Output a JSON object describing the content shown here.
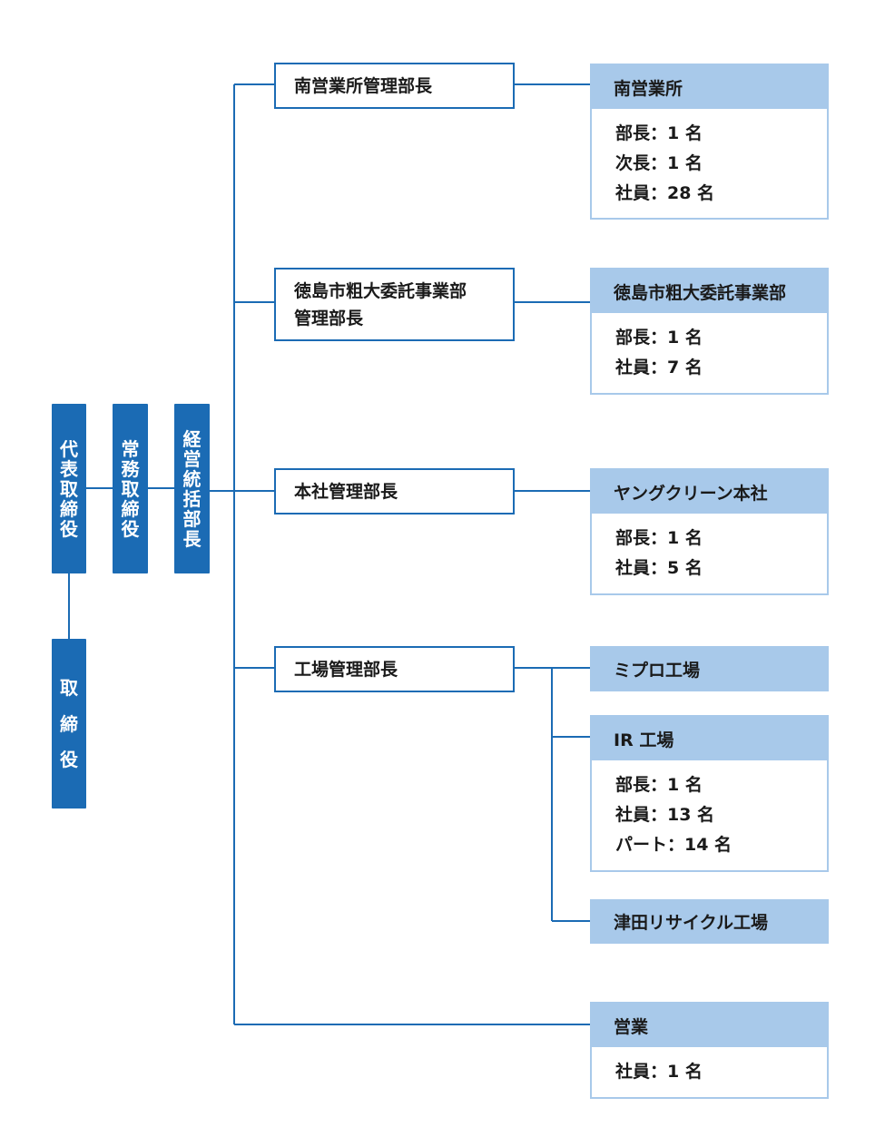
{
  "colors": {
    "primary": "#1b6bb4",
    "light": "#a8c9ea",
    "line": "#1b6bb4"
  },
  "executives": {
    "rep_director": [
      "代",
      "表",
      "取",
      "締",
      "役"
    ],
    "managing_director": [
      "常",
      "務",
      "取",
      "締",
      "役"
    ],
    "general_manager": [
      "経",
      "営",
      "統",
      "括",
      "部",
      "長"
    ],
    "director": [
      "取",
      "締",
      "役"
    ]
  },
  "managers": {
    "minami": [
      "南営業所管理部長"
    ],
    "tokushima": [
      "徳島市粗大委託事業部",
      "管理部長"
    ],
    "honsha": [
      "本社管理部長"
    ],
    "factory": [
      "工場管理部長"
    ]
  },
  "units": {
    "minami": {
      "title": "南営業所",
      "rows": [
        "部長：1 名",
        "次長：1 名",
        "社員：28 名"
      ]
    },
    "tokushima": {
      "title": "徳島市粗大委託事業部",
      "rows": [
        "部長：1 名",
        "社員：7 名"
      ]
    },
    "honsha": {
      "title": "ヤングクリーン本社",
      "rows": [
        "部長：1 名",
        "社員：5 名"
      ]
    },
    "mipro": {
      "title": "ミプロ工場"
    },
    "ir": {
      "title": "IR 工場",
      "rows": [
        "部長：1 名",
        "社員：13 名",
        "パート：14 名"
      ]
    },
    "tsuda": {
      "title": "津田リサイクル工場"
    },
    "sales": {
      "title": "営業",
      "rows": [
        "社員：1 名"
      ]
    }
  }
}
